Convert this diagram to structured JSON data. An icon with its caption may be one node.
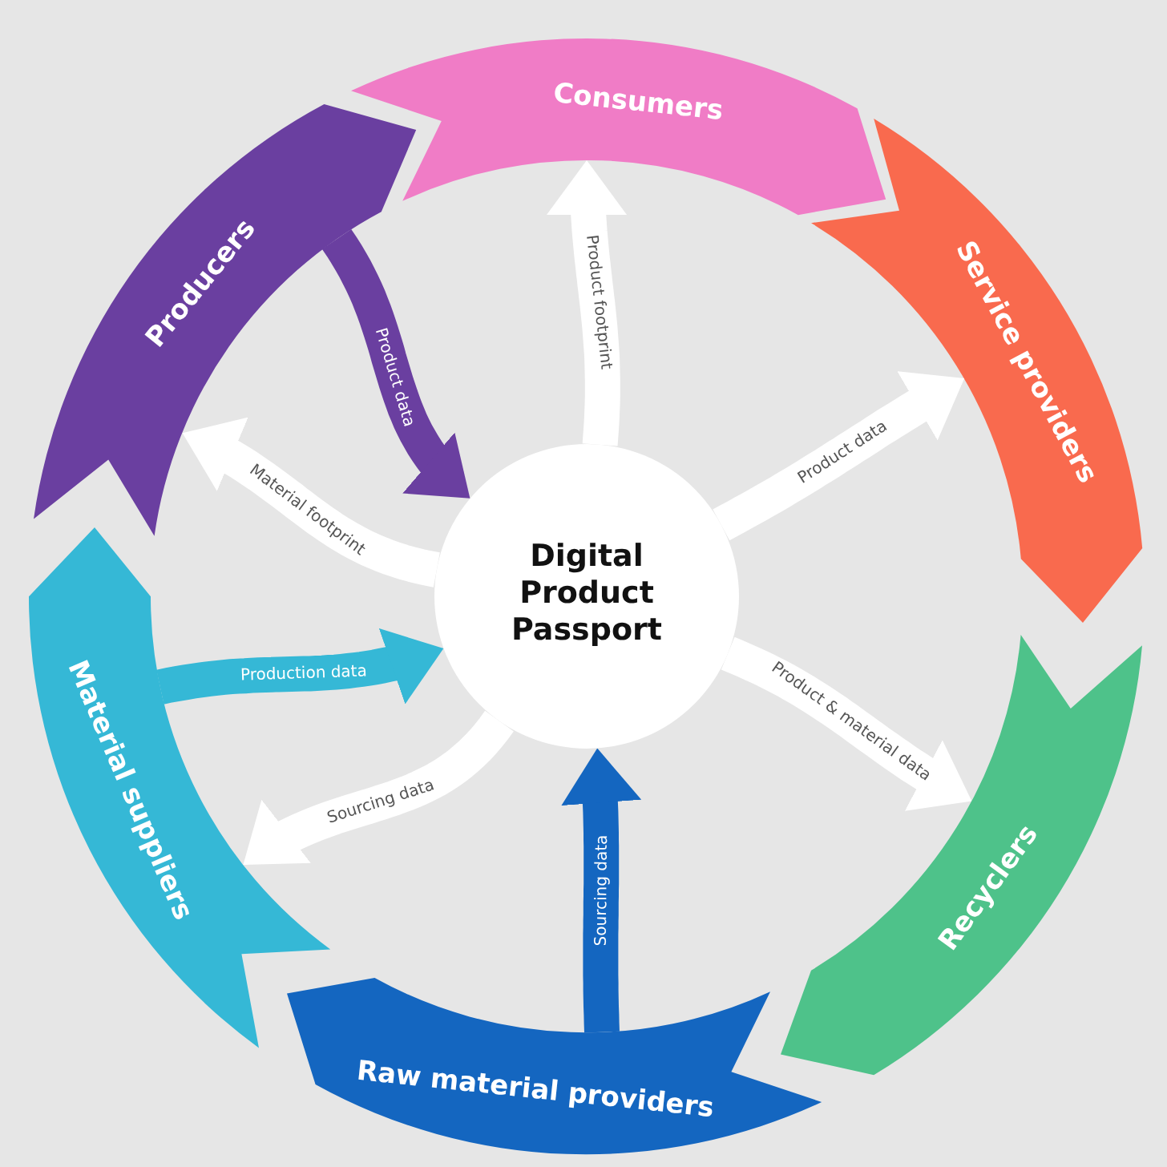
{
  "diagram": {
    "nodes": [
      {
        "text": [
          "Digital Product Passport"
        ]
      },
      {
        "text": [
          "Consumers"
        ]
      },
      {
        "text": [
          "Service providers"
        ]
      },
      {
        "text": [
          "Recyclers"
        ]
      },
      {
        "text": [
          "Raw material providers"
        ]
      },
      {
        "text": [
          "Material suppliers"
        ]
      },
      {
        "text": [
          "Producers"
        ]
      }
    ],
    "edges": [
      {
        "from": 6,
        "to": 0,
        "arrow": "to",
        "label": "Product data",
        "color": "#6a3fa0"
      },
      {
        "from": 0,
        "to": 1,
        "arrow": "to",
        "label": "Product footprint"
      },
      {
        "from": 0,
        "to": 2,
        "arrow": "to",
        "label": "Product data"
      },
      {
        "from": 0,
        "to": 3,
        "arrow": "to",
        "label": "Product & material data"
      },
      {
        "from": 4,
        "to": 0,
        "arrow": "to",
        "label": "Sourcing data",
        "color": "#1466c0"
      },
      {
        "from": 0,
        "to": 5,
        "arrow": "to",
        "label": "Sourcing data"
      },
      {
        "from": 5,
        "to": 0,
        "arrow": "to",
        "label": "Production data",
        "color": "#35b8d6"
      },
      {
        "from": 0,
        "to": 6,
        "arrow": "to",
        "label": "Material footprint"
      }
    ]
  }
}
